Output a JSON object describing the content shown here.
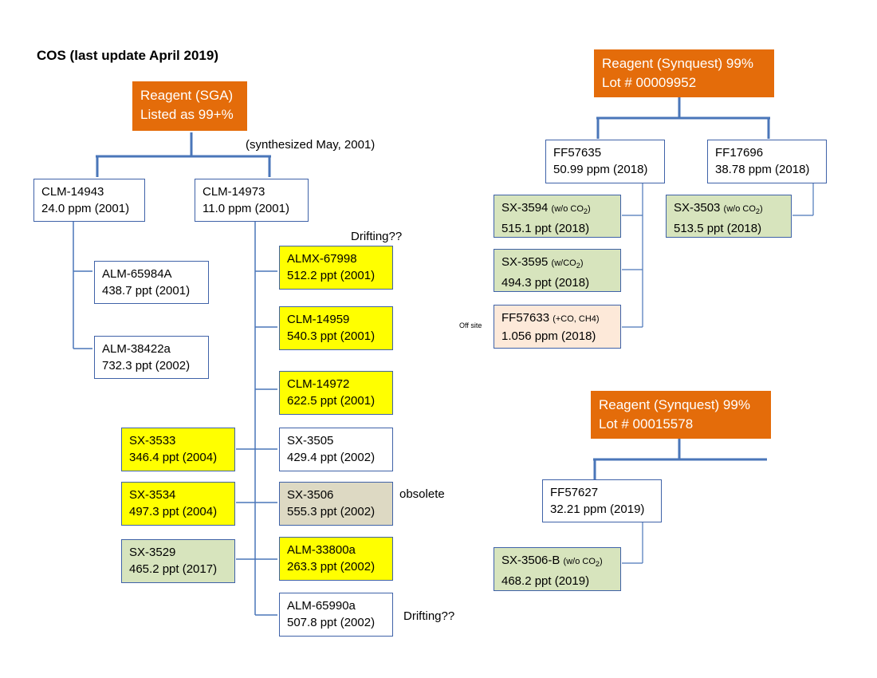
{
  "title": "COS (last update April 2019)",
  "annotations": {
    "synthesized": "(synthesized May, 2001)",
    "drifting_top": "Drifting??",
    "obsolete": "obsolete",
    "drifting_bottom": "Drifting??",
    "off_site": "Off site"
  },
  "reagent_sga": {
    "line1": "Reagent (SGA)",
    "line2": "Listed as 99+%"
  },
  "clm14943": {
    "id": "CLM-14943",
    "value": "24.0 ppm (2001)"
  },
  "clm14973": {
    "id": "CLM-14973",
    "value": "11.0 ppm (2001)"
  },
  "alm65984a": {
    "id": "ALM-65984A",
    "value": "438.7 ppt (2001)"
  },
  "alm38422a": {
    "id": "ALM-38422a",
    "value": "732.3 ppt (2002)"
  },
  "almx67998": {
    "id": "ALMX-67998",
    "value": "512.2 ppt (2001)"
  },
  "clm14959": {
    "id": "CLM-14959",
    "value": "540.3 ppt (2001)"
  },
  "clm14972": {
    "id": "CLM-14972",
    "value": "622.5 ppt (2001)"
  },
  "sx3505": {
    "id": "SX-3505",
    "value": "429.4 ppt (2002)"
  },
  "sx3506": {
    "id": "SX-3506",
    "value": "555.3 ppt (2002)"
  },
  "alm33800a": {
    "id": "ALM-33800a",
    "value": "263.3 ppt (2002)"
  },
  "alm65990a": {
    "id": "ALM-65990a",
    "value": "507.8 ppt (2002)"
  },
  "sx3533": {
    "id": "SX-3533",
    "value": "346.4 ppt (2004)"
  },
  "sx3534": {
    "id": "SX-3534",
    "value": "497.3 ppt (2004)"
  },
  "sx3529": {
    "id": "SX-3529",
    "value": "465.2 ppt (2017)"
  },
  "reagent_synquest1": {
    "line1": "Reagent (Synquest) 99%",
    "line2": "Lot # 00009952"
  },
  "ff57635": {
    "id": "FF57635",
    "value": "50.99 ppm (2018)"
  },
  "ff17696": {
    "id": "FF17696",
    "value": "38.78 ppm (2018)"
  },
  "sx3594": {
    "id": "SX-3594",
    "note": "(w/o CO",
    "sub": "2",
    "close": ")",
    "value": "515.1 ppt (2018)"
  },
  "sx3503": {
    "id": "SX-3503",
    "note": "(w/o CO",
    "sub": "2",
    "close": ")",
    "value": "513.5 ppt (2018)"
  },
  "sx3595": {
    "id": "SX-3595",
    "note": "(w/CO",
    "sub": "2",
    "close": ")",
    "value": "494.3 ppt (2018)"
  },
  "ff57633": {
    "id": "FF57633",
    "note": "(+CO, CH4)",
    "value": "1.056 ppm (2018)"
  },
  "reagent_synquest2": {
    "line1": "Reagent (Synquest) 99%",
    "line2": "Lot # 00015578"
  },
  "ff57627": {
    "id": "FF57627",
    "value": "32.21 ppm (2019)"
  },
  "sx3506b": {
    "id": "SX-3506-B",
    "note": "(w/o CO",
    "sub": "2",
    "close": ")",
    "value": "468.2 ppt (2019)"
  }
}
